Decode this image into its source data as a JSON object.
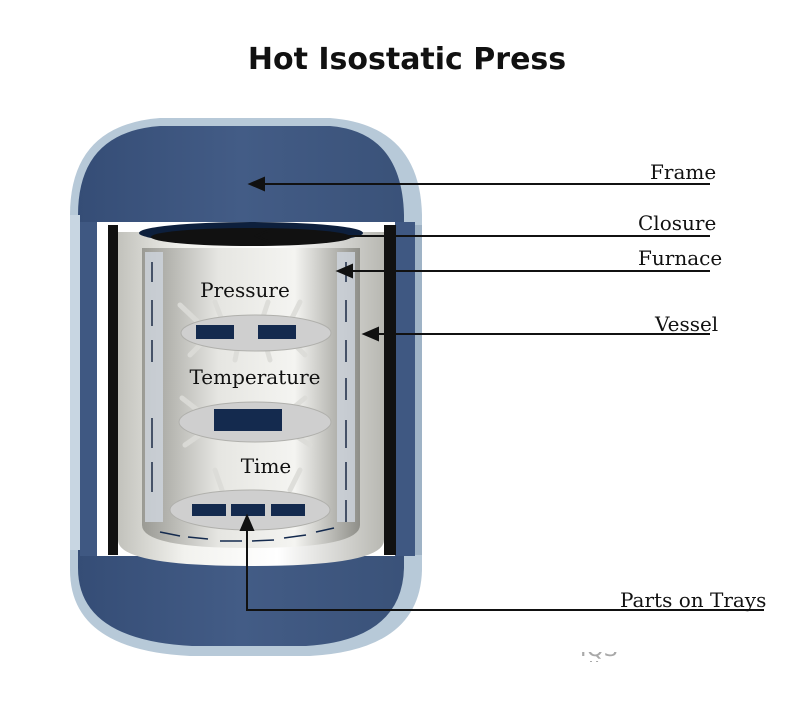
{
  "title": "Hot Isostatic Press",
  "labels": {
    "frame": "Frame",
    "closure": "Closure",
    "furnace": "Furnace",
    "vessel": "Vessel",
    "parts_on_trays": "Parts on Trays"
  },
  "inner_labels": {
    "pressure": "Pressure",
    "temperature": "Temperature",
    "time": "Time"
  },
  "watermark": "IQS directory",
  "colors": {
    "frame": "#3f5882",
    "frame_highlight": "#b7c9d8",
    "vessel_wall": "#d4d4cf",
    "furnace_dark": "#0d1f3c",
    "tray": "#cfcfcf",
    "part": "#142a4e"
  }
}
